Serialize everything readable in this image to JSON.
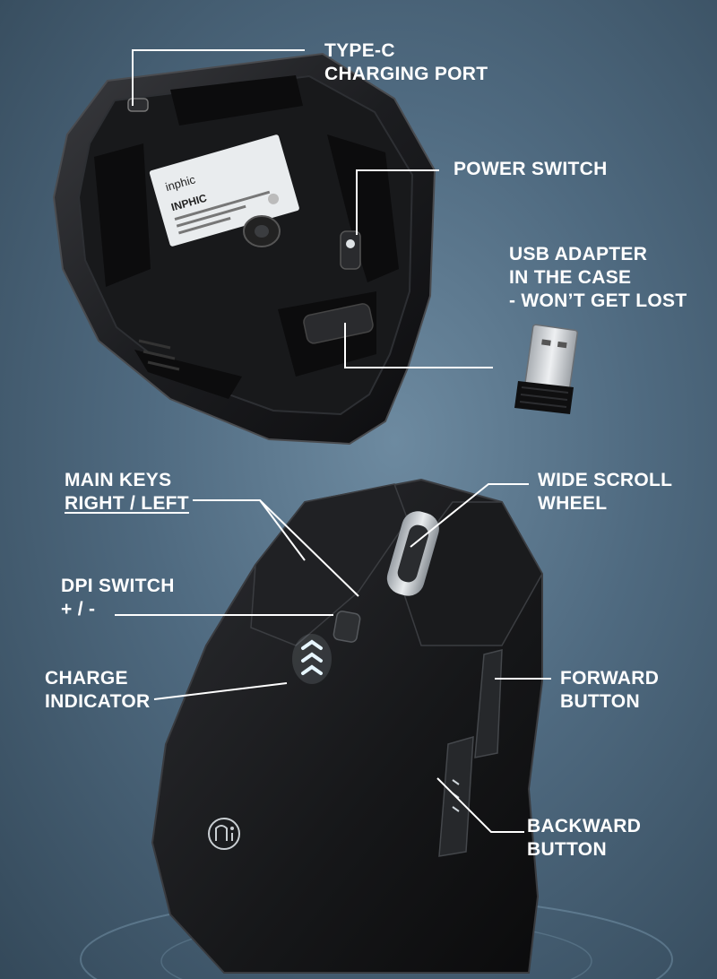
{
  "callouts": {
    "type_c": {
      "line1": "TYPE-C",
      "line2": "CHARGING PORT"
    },
    "power_switch": {
      "line1": "POWER SWITCH"
    },
    "usb_adapter": {
      "line1": "USB ADAPTER",
      "line2": "IN THE CASE",
      "line3": "- WON’T GET LOST"
    },
    "main_keys": {
      "line1": "MAIN KEYS",
      "line2": "RIGHT / LEFT"
    },
    "scroll_wheel": {
      "line1": "WIDE SCROLL",
      "line2": "WHEEL"
    },
    "dpi_switch": {
      "line1": "DPI SWITCH",
      "line2": "+ / -"
    },
    "charge_indicator": {
      "line1": "CHARGE",
      "line2": "INDICATOR"
    },
    "forward_button": {
      "line1": "FORWARD",
      "line2": "BUTTON"
    },
    "backward_button": {
      "line1": "BACKWARD",
      "line2": "BUTTON"
    }
  },
  "sticker": {
    "brand": "inphic",
    "model": "INPHIC"
  },
  "colors": {
    "background": "#4f6a80",
    "mouse_body": "#1b1c1e",
    "callout_line": "#ffffff",
    "led": "#e8f6ff"
  }
}
